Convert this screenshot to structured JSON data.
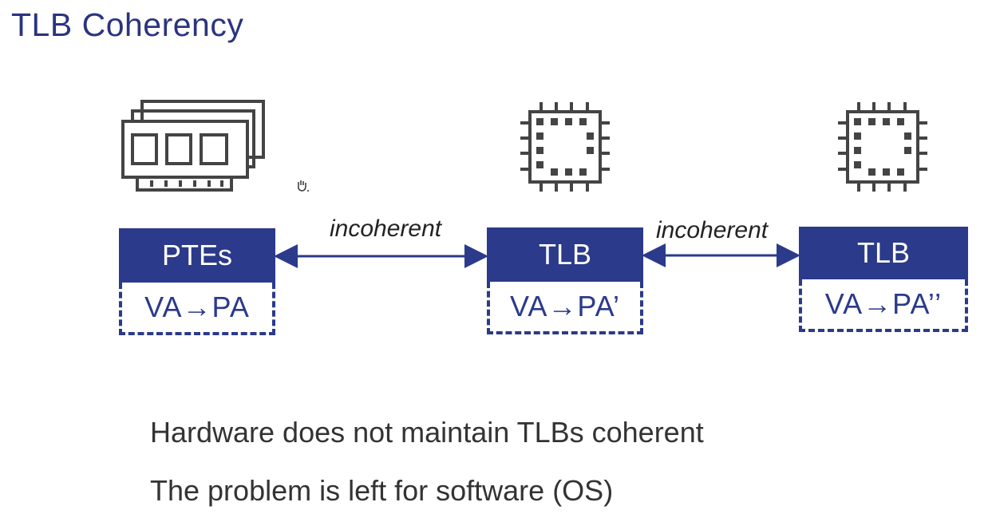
{
  "slide": {
    "title": "TLB Coherency"
  },
  "diagram": {
    "nodes": [
      {
        "id": "memory",
        "icon": "memory-module-icon",
        "header": "PTEs",
        "mapping": "VA→PA"
      },
      {
        "id": "cpu1",
        "icon": "cpu-chip-icon",
        "header": "TLB",
        "mapping": "VA→PA’"
      },
      {
        "id": "cpu2",
        "icon": "cpu-chip-icon",
        "header": "TLB",
        "mapping": "VA→PA’’"
      }
    ],
    "links": [
      {
        "from": "memory",
        "to": "cpu1",
        "label": "incoherent",
        "style": "double-arrow"
      },
      {
        "from": "cpu1",
        "to": "cpu2",
        "label": "incoherent",
        "style": "double-arrow"
      }
    ]
  },
  "bullets": [
    "Hardware does not maintain TLBs coherent",
    "The problem is left for software (OS)"
  ],
  "cursor": {
    "icon": "hand-cursor-icon"
  },
  "colors": {
    "accent": "#2b3a8a",
    "title": "#2b347f",
    "icon": "#444444"
  }
}
